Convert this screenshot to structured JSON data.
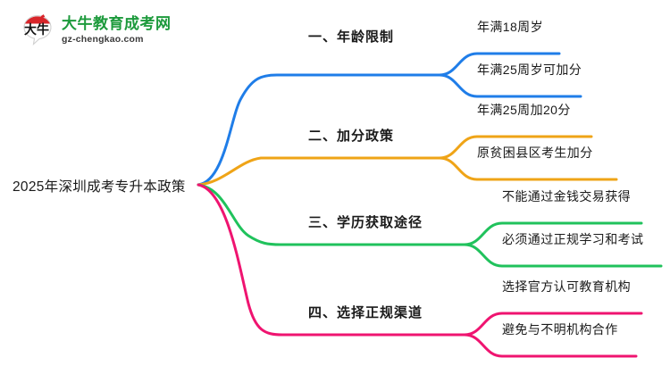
{
  "logo": {
    "mark_name": "daniu-speech-bubble-logo",
    "title": "大牛教育成考网",
    "domain": "gz-chengkao.com",
    "title_color": "#1d9a3c",
    "mark_top_color": "#d8252a",
    "mark_text": "大牛"
  },
  "mindmap": {
    "type": "mindmap",
    "root": {
      "label": "2025年深圳成考专升本政策"
    },
    "branches": [
      {
        "label": "一、年龄限制",
        "color": "#1f7de8",
        "children": [
          {
            "label": "年满18周岁"
          },
          {
            "label": "年满25周岁可加分"
          }
        ]
      },
      {
        "label": "二、加分政策",
        "color": "#efa417",
        "children": [
          {
            "label": "年满25周加20分"
          },
          {
            "label": "原贫困县区考生加分"
          }
        ]
      },
      {
        "label": "三、学历获取途径",
        "color": "#20c25c",
        "children": [
          {
            "label": "不能通过金钱交易获得"
          },
          {
            "label": "必须通过正规学习和考试"
          }
        ]
      },
      {
        "label": "四、选择正规渠道",
        "color": "#ef1470",
        "children": [
          {
            "label": "选择官方认可教育机构"
          },
          {
            "label": "避免与不明机构合作"
          }
        ]
      }
    ]
  }
}
